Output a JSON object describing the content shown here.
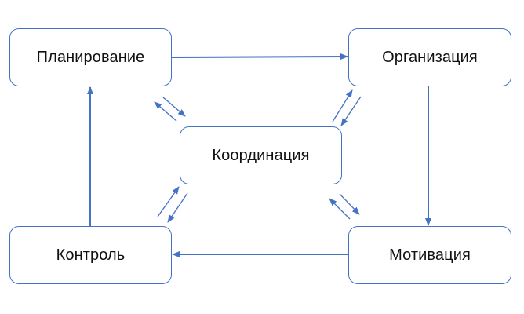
{
  "diagram": {
    "accent_color": "#4472c4",
    "nodes": {
      "planning": "Планирование",
      "organization": "Организация",
      "coordination": "Координация",
      "control": "Контроль",
      "motivation": "Мотивация"
    }
  }
}
